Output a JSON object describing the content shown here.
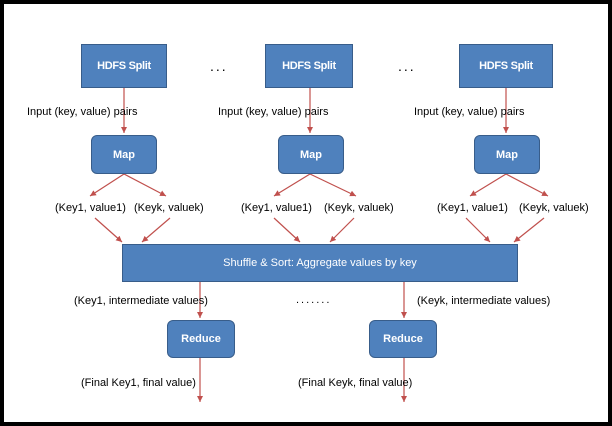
{
  "splits": [
    "HDFS Split",
    "HDFS Split",
    "HDFS Split"
  ],
  "split_gap_dots": [
    "...",
    "..."
  ],
  "input_pairs_label": "Input (key, value) pairs",
  "maps": [
    "Map",
    "Map",
    "Map"
  ],
  "map_outputs": [
    [
      "(Key1, value1)",
      "(Keyk, valuek)"
    ],
    [
      "(Key1, value1)",
      "(Keyk, valuek)"
    ],
    [
      "(Key1, value1)",
      "(Keyk, valuek)"
    ]
  ],
  "shuffle_label": "Shuffle & Sort: Aggregate values by key",
  "intermediate_labels": [
    "(Key1, intermediate values)",
    "(Keyk, intermediate values)"
  ],
  "intermediate_gap_dots": ".......",
  "reduces": [
    "Reduce",
    "Reduce"
  ],
  "final_labels": [
    "(Final Key1, final value)",
    "(Final Keyk, final value)"
  ],
  "colors": {
    "box_fill": "#4f81bd",
    "box_border": "#385d8a",
    "arrow": "#c0504d",
    "frame": "#000000"
  }
}
